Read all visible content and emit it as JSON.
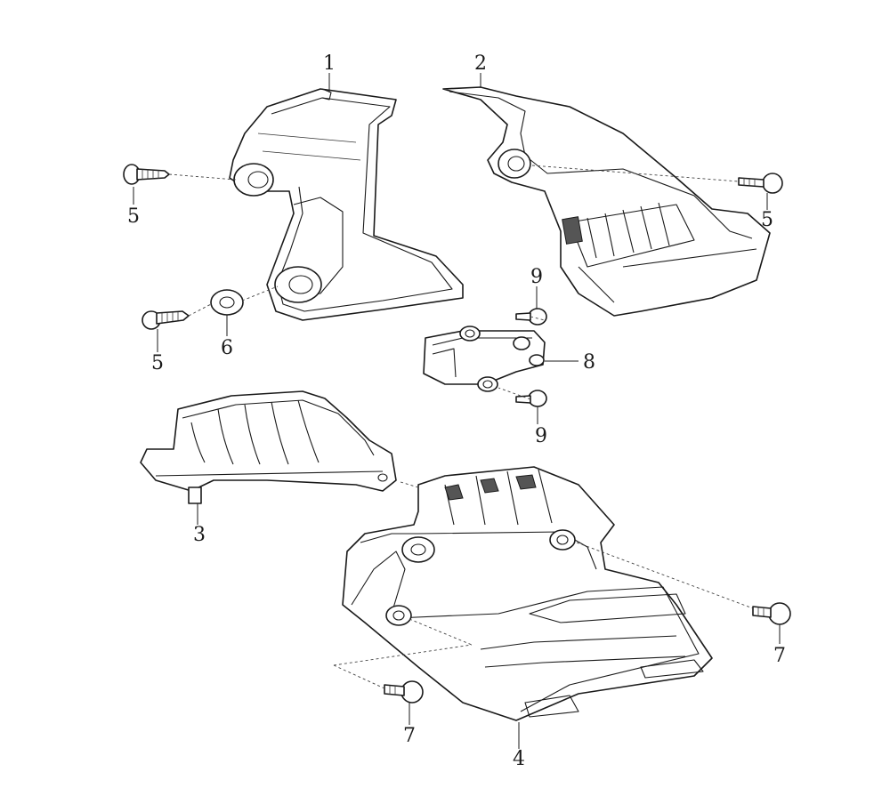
{
  "callouts": {
    "c1": "1",
    "c2": "2",
    "c3": "3",
    "c4": "4",
    "c5a": "5",
    "c5b": "5",
    "c5c": "5",
    "c6": "6",
    "c7a": "7",
    "c7b": "7",
    "c8": "8",
    "c9a": "9",
    "c9b": "9"
  },
  "colors": {
    "line": "#1a1a1a",
    "background": "#ffffff"
  }
}
